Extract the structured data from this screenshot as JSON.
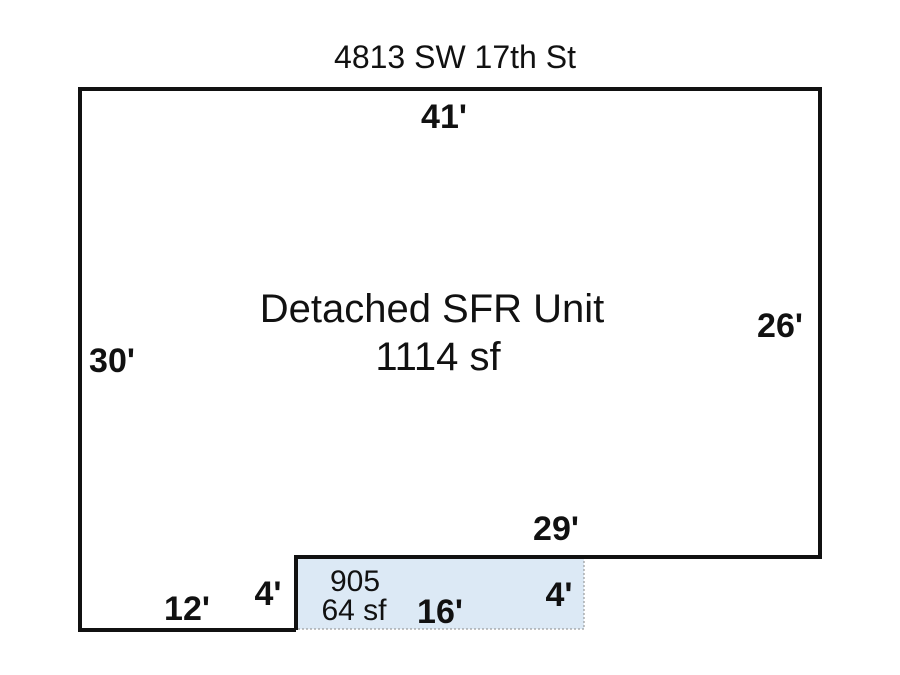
{
  "address": "4813 SW 17th St",
  "main_area": {
    "name": "Detached SFR Unit",
    "area": "1114 sf"
  },
  "dimensions": {
    "top": "41'",
    "right": "26'",
    "left": "30'",
    "inner_top": "29'",
    "bottom_left": "12'",
    "step_left": "4'",
    "sub_bottom": "16'",
    "sub_right": "4'"
  },
  "sub_area": {
    "code": "905",
    "area": "64 sf",
    "fill_color": "#dce9f5"
  },
  "colors": {
    "outline": "#111111",
    "background": "#ffffff"
  }
}
